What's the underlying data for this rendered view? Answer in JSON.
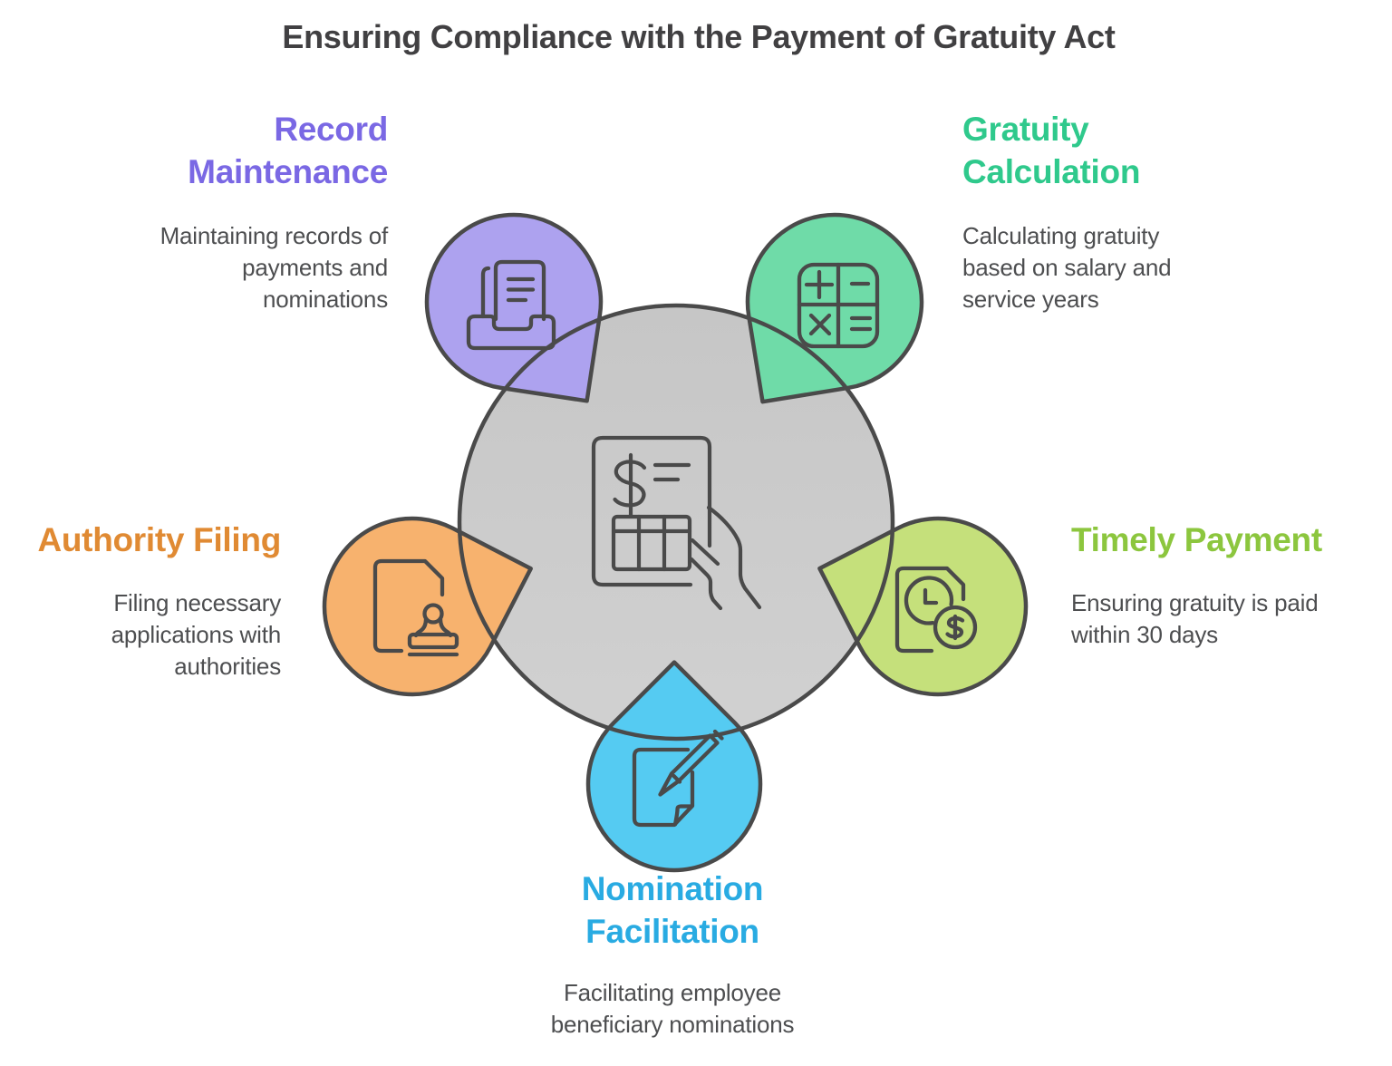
{
  "title": "Ensuring Compliance with the Payment of Gratuity Act",
  "palette": {
    "outline": "#4a4a4a",
    "center_fill": "#c9c9c9",
    "title_color": "#414042",
    "body_color": "#4d4e50"
  },
  "center": {
    "icon": "invoice-in-hand-icon"
  },
  "sections": [
    {
      "id": "record-maintenance",
      "position": "top-left",
      "heading": "Record\nMaintenance",
      "body": "Maintaining records of\npayments and\nnominations",
      "heading_color": "#7a68e4",
      "petal_fill": "#ada2ef",
      "icon": "printer-document-icon"
    },
    {
      "id": "gratuity-calculation",
      "position": "top-right",
      "heading": "Gratuity\nCalculation",
      "body": "Calculating gratuity\nbased on salary and\nservice years",
      "heading_color": "#2fc98c",
      "petal_fill": "#6fdba8",
      "icon": "calculator-icon"
    },
    {
      "id": "authority-filing",
      "position": "left",
      "heading": "Authority Filing",
      "body": "Filing necessary\napplications with\nauthorities",
      "heading_color": "#e08a33",
      "petal_fill": "#f7b26e",
      "icon": "document-stamp-icon"
    },
    {
      "id": "timely-payment",
      "position": "right",
      "heading": "Timely Payment",
      "body": "Ensuring gratuity is paid\nwithin 30 days",
      "heading_color": "#8cc63e",
      "petal_fill": "#c5e07b",
      "icon": "document-clock-dollar-icon"
    },
    {
      "id": "nomination-facilitation",
      "position": "bottom",
      "heading": "Nomination\nFacilitation",
      "body": "Facilitating employee\nbeneficiary nominations",
      "heading_color": "#29abe2",
      "petal_fill": "#55cbf2",
      "icon": "note-pen-icon"
    }
  ]
}
